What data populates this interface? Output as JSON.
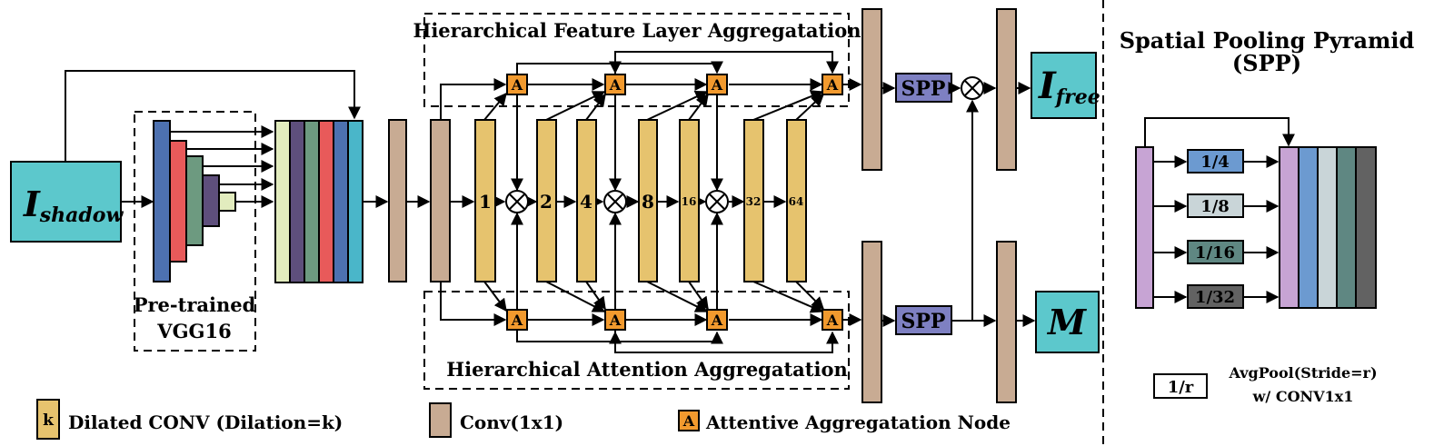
{
  "colors": {
    "cyan": "#5cc8cc",
    "dilated_conv": "#e6c36e",
    "conv1x1": "#c8ab93",
    "attention_node": "#f29a2e",
    "spp_box": "#7e80c2",
    "vgg_blue": "#4d71b0",
    "vgg_red": "#e85a5a",
    "vgg_green": "#6d9a80",
    "vgg_purple": "#5e4f7c",
    "vgg_lightgreen": "#e2ecbe",
    "stack_cyan": "#4ab6c9",
    "pool_purple": "#c7a4d4",
    "pool_blue": "#6c9ad0",
    "pool_light": "#c9d5d8",
    "pool_teal": "#5f8782",
    "pool_dark": "#626262"
  },
  "input": {
    "main": "I",
    "sub": "shadow"
  },
  "vgg": {
    "line1": "Pre-trained",
    "line2": "VGG16"
  },
  "hfla_title": "Hierarchical Feature Layer Aggregatation",
  "haa_title": "Hierarchical Attention Aggregatation",
  "dilations": [
    "1",
    "2",
    "4",
    "8",
    "16",
    "32",
    "64"
  ],
  "node_label": "A",
  "multiply_symbol": "⊗",
  "spp_label": "SPP",
  "output_free": {
    "main": "I",
    "sub": "free"
  },
  "output_mask": "M",
  "legend": {
    "key": "k",
    "dilated": "Dilated CONV (Dilation=k)",
    "conv": "Conv(1x1)",
    "node_key": "A",
    "node": "Attentive Aggregatation Node"
  },
  "pyramid": {
    "title_line1": "Spatial Pooling Pyramid",
    "title_line2": "(SPP)",
    "scales": [
      "1/4",
      "1/8",
      "1/16",
      "1/32"
    ],
    "legend_key": "1/r",
    "legend_line1": "AvgPool(Stride=r)",
    "legend_line2": "w/ CONV1x1"
  }
}
